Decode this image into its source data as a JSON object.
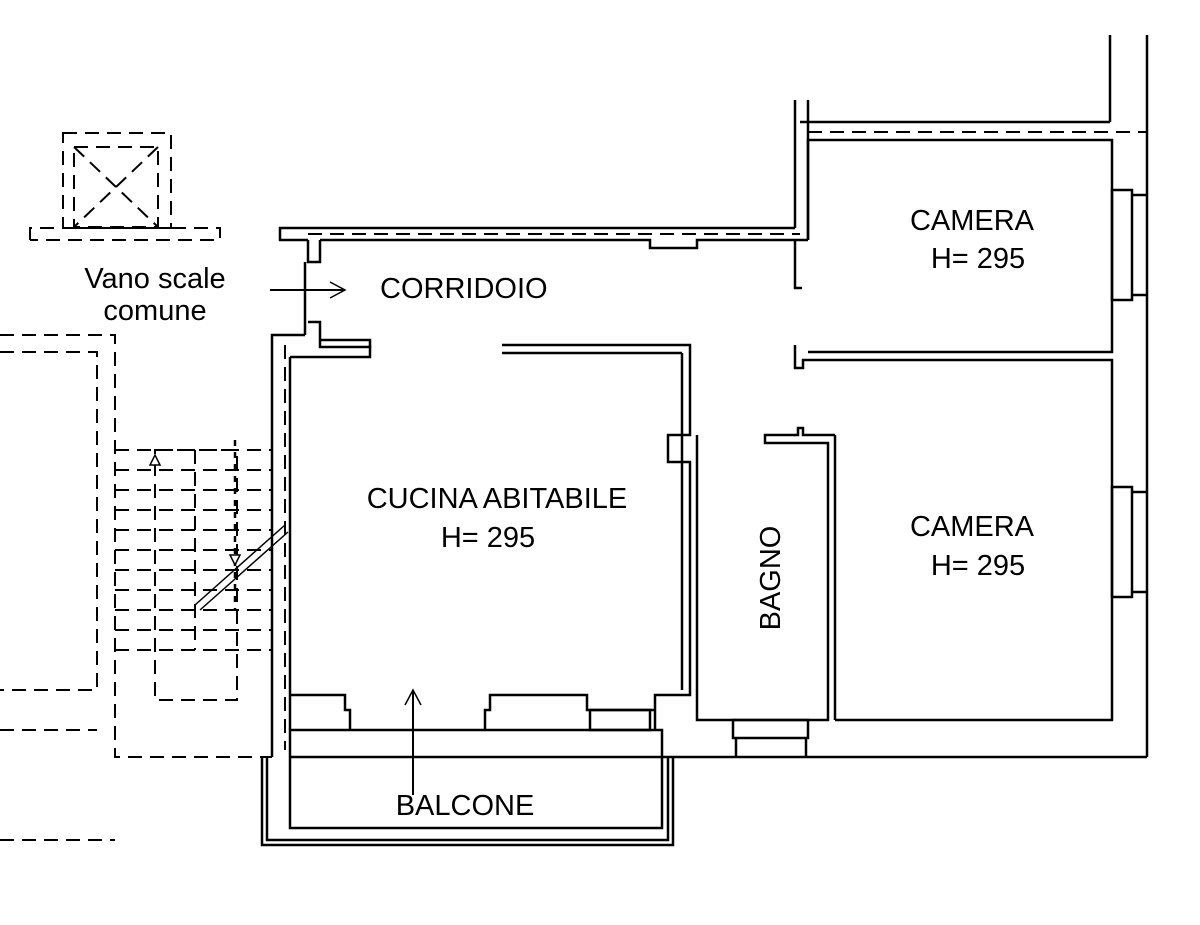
{
  "title": "Floor plan",
  "labels": {
    "stair_line1": "Vano scale",
    "stair_line2": "comune",
    "corridor": "CORRIDOIO",
    "bedroom1_name": "CAMERA",
    "bedroom1_height": "H= 295",
    "bedroom2_name": "CAMERA",
    "bedroom2_height": "H= 295",
    "kitchen_name": "CUCINA ABITABILE",
    "kitchen_height": "H= 295",
    "bathroom": "BAGNO",
    "balcony": "BALCONE"
  }
}
